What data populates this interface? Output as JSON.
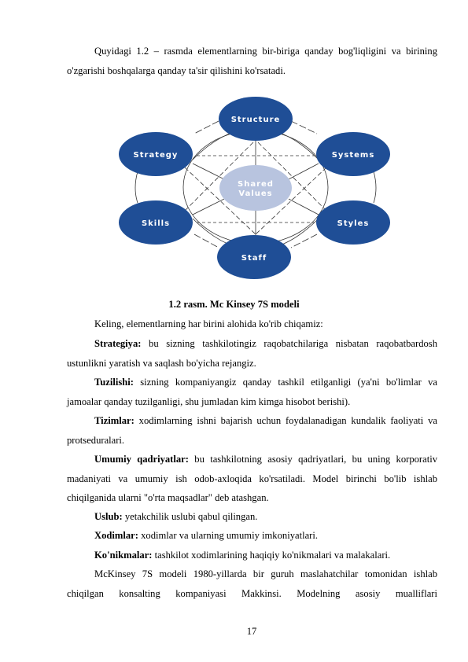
{
  "intro": {
    "text": "Quyidagi 1.2 – rasmda elementlarning bir-biriga qanday bog'liqligini va birining o'zgarishi boshqalarga qanday ta'sir qilishini ko'rsatadi."
  },
  "diagram": {
    "center": [
      "Shared",
      "Values"
    ],
    "nodes": {
      "structure": "Structure",
      "strategy": "Strategy",
      "systems": "Systems",
      "skills": "Skills",
      "styles": "Styles",
      "staff": "Staff"
    },
    "colors": {
      "node": "#1f4e96",
      "center": "#b8c4df",
      "line": "#333333"
    }
  },
  "caption": "1.2 rasm. Mc Kinsey 7S modeli",
  "lead": "Keling, elementlarning har birini alohida ko'rib chiqamiz:",
  "items": [
    {
      "term": "Strategiya:",
      "text": " bu sizning tashkilotingiz raqobatchilariga nisbatan raqobatbardosh ustunlikni yaratish va saqlash bo'yicha rejangiz."
    },
    {
      "term": "Tuzilishi:",
      "text": " sizning kompaniyangiz qanday tashkil etilganligi (ya'ni bo'limlar va jamoalar qanday tuzilganligi, shu jumladan kim kimga hisobot berishi)."
    },
    {
      "term": "Tizimlar:",
      "text": " xodimlarning ishni bajarish uchun foydalanadigan kundalik faoliyati va protseduralari."
    },
    {
      "term": "Umumiy qadriyatlar:",
      "text": " bu tashkilotning asosiy qadriyatlari, bu uning korporativ madaniyati va umumiy ish odob-axloqida ko'rsatiladi. Model birinchi bo'lib ishlab chiqilganida ularni \"o'rta maqsadlar\" deb atashgan."
    },
    {
      "term": "Uslub:",
      "text": " yetakchilik uslubi qabul qilingan."
    },
    {
      "term": "Xodimlar:",
      "text": " xodimlar va ularning umumiy imkoniyatlari."
    },
    {
      "term": "Ko'nikmalar:",
      "text": " tashkilot xodimlarining haqiqiy ko'nikmalari va malakalari."
    }
  ],
  "closing": "McKinsey 7S modeli 1980-yillarda bir guruh maslahatchilar tomonidan ishlab chiqilgan konsalting kompaniyasi Makkinsi. Modelning asosiy mualliflari",
  "page_number": "17"
}
